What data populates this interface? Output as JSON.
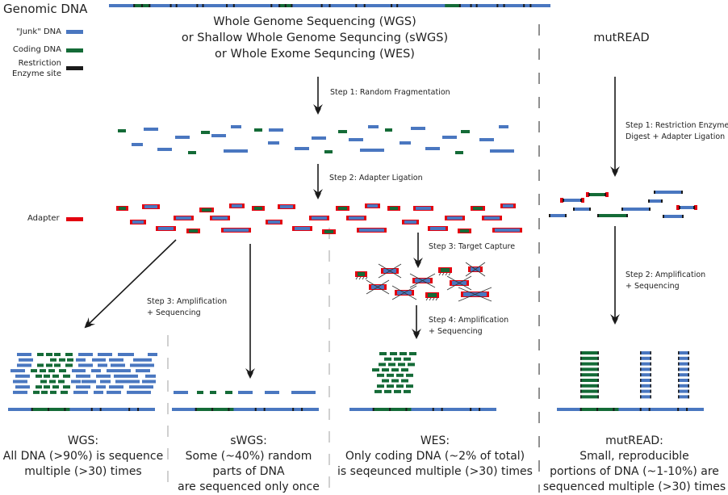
{
  "colors": {
    "junk": "#4a77c0",
    "coding": "#146b37",
    "restriction": "#1a1a1a",
    "adapter": "#e3000f",
    "arrow": "#1a1a1a",
    "divider_gray": "#b0b0b0",
    "divider_dark": "#222222"
  },
  "header": {
    "genomic_dna_label": "Genomic DNA"
  },
  "legend": {
    "items": [
      {
        "label": "\"Junk\" DNA",
        "kind": "junk"
      },
      {
        "label": "Coding DNA",
        "kind": "coding"
      },
      {
        "label_line1": "Restriction",
        "label_line2": "Enzyme site",
        "kind": "restriction"
      }
    ],
    "adapter_label": "Adapter"
  },
  "methods": {
    "left_title_lines": [
      "Whole Genome Sequencing (WGS)",
      "or Shallow Whole Genome Sequncing (sWGS)",
      "or Whole Exome Sequncing (WES)"
    ],
    "right_title": "mutREAD"
  },
  "steps": {
    "left_step1": "Step 1: Random Fragmentation",
    "left_step2": "Step 2: Adapter Ligation",
    "wgs_step3_line1": "Step 3: Amplification",
    "wgs_step3_line2": "+ Sequencing",
    "wes_step3": "Step 3: Target Capture",
    "wes_step4_line1": "Step 4: Amplification",
    "wes_step4_line2": "+ Sequencing",
    "mut_step1_line1": "Step 1: Restriction Enzyme",
    "mut_step1_line2": "Digest + Adapter Ligation",
    "mut_step2_line1": "Step 2: Amplification",
    "mut_step2_line2": "+ Sequencing"
  },
  "summaries": [
    {
      "name": "wgs",
      "lines": [
        "WGS:",
        "All DNA (>90%) is sequence",
        "multiple (>30) times"
      ]
    },
    {
      "name": "swgs",
      "lines": [
        "sWGS:",
        "Some (~40%) random",
        "parts of DNA",
        "are sequenced only once"
      ]
    },
    {
      "name": "wes",
      "lines": [
        "WES:",
        "Only coding DNA (~2% of total)",
        "is seqeunced multiple (>30) times"
      ]
    },
    {
      "name": "mutread",
      "lines": [
        "mutREAD:",
        "Small, reproducible",
        "portions of DNA (~1-10%) are",
        "sequenced multiple (>30) times"
      ]
    }
  ]
}
